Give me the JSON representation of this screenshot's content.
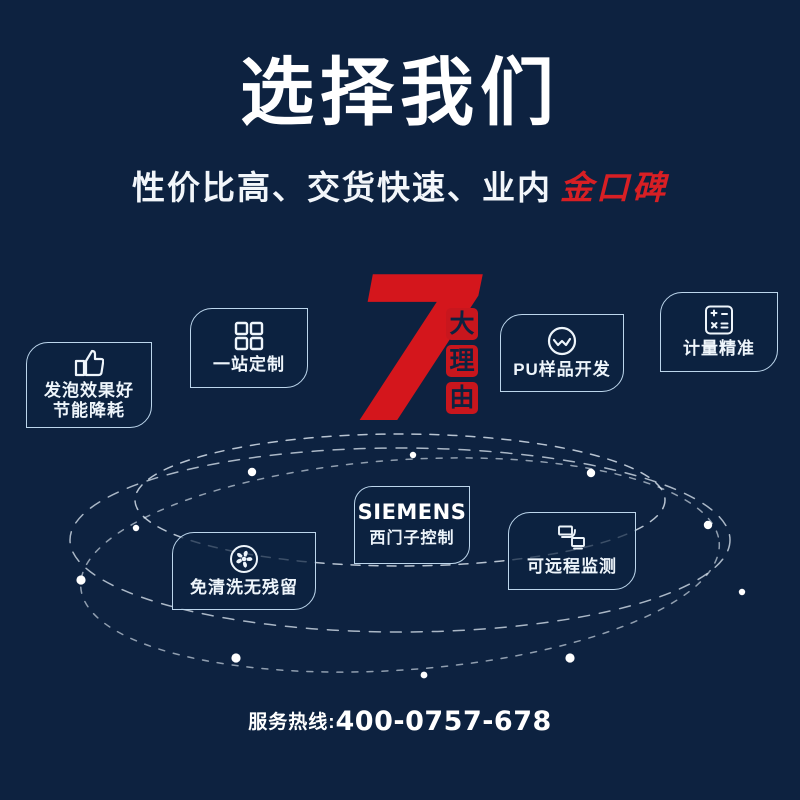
{
  "theme": {
    "background": "#0d2240",
    "accent_red": "#d4161c",
    "line_blue": "#bcd6ec",
    "text_white": "#ffffff"
  },
  "header": {
    "title": "选择我们",
    "subtitle_plain": "性价比高、交货快速、业内",
    "subtitle_highlight": "金口碑"
  },
  "center": {
    "number": "7",
    "vertical_label": [
      "大",
      "理",
      "由"
    ]
  },
  "badges": [
    {
      "id": "foam",
      "icon": "thumbs-up-icon",
      "label_line1": "发泡效果好",
      "label_line2": "节能降耗"
    },
    {
      "id": "custom",
      "icon": "grid-four-squares-icon",
      "label_line1": "一站定制",
      "label_line2": ""
    },
    {
      "id": "pu",
      "icon": "wave-circle-icon",
      "label_line1": "PU样品开发",
      "label_line2": ""
    },
    {
      "id": "meter",
      "icon": "calculator-icon",
      "label_line1": "计量精准",
      "label_line2": "",
      "glyphs": [
        "+",
        "−",
        "×",
        "="
      ]
    },
    {
      "id": "siemens",
      "icon": "siemens-wordmark",
      "brand": "SIEMENS",
      "label_line1": "西门子控制",
      "label_line2": ""
    },
    {
      "id": "clean",
      "icon": "fan-circle-icon",
      "label_line1": "免清洗无残留",
      "label_line2": ""
    },
    {
      "id": "remote",
      "icon": "remote-monitor-icon",
      "label_line1": "可远程监测",
      "label_line2": ""
    }
  ],
  "footer": {
    "caption": "服务热线:",
    "phone": "400-0757-678"
  }
}
